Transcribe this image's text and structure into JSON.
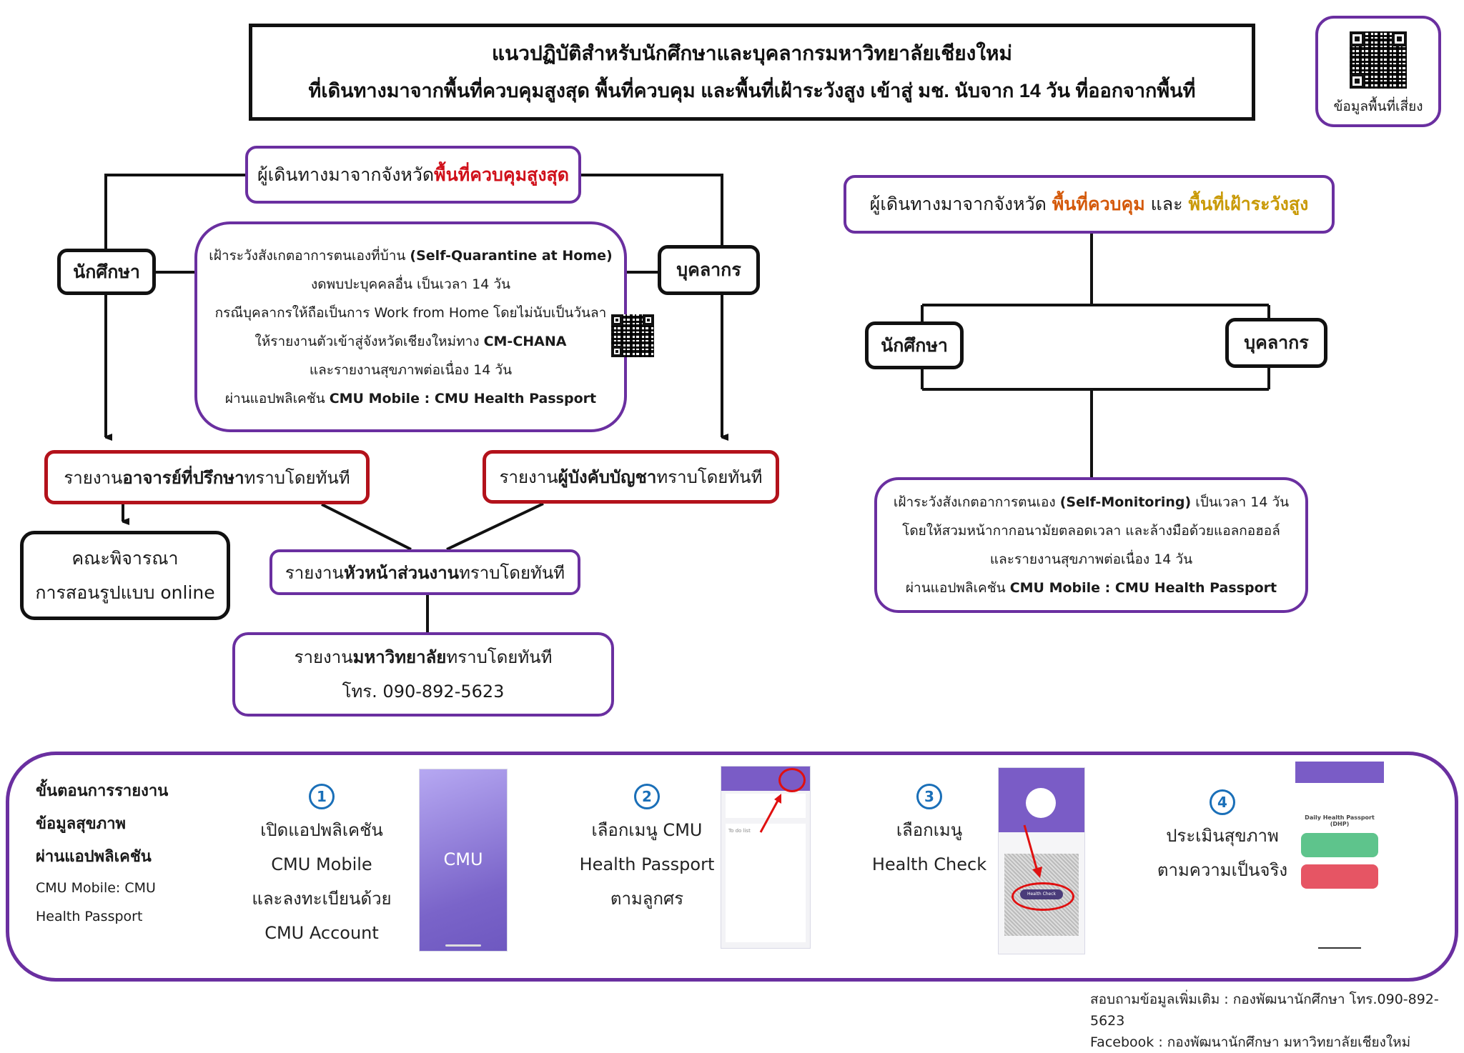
{
  "title": {
    "line1": "แนวปฏิบัติสำหรับนักศึกษาและบุคลากรมหาวิทยาลัยเชียงใหม่",
    "line2": "ที่เดินทางมาจากพื้นที่ควบคุมสูงสุด พื้นที่ควบคุม และพื้นที่เฝ้าระวังสูง เข้าสู่ มช. นับจาก 14 วัน ที่ออกจากพื้นที่"
  },
  "qr_corner": {
    "icon": "qr-code-icon",
    "label": "ข้อมูลพื้นที่เสี่ยง"
  },
  "left_flow": {
    "header": {
      "prefix": "ผู้เดินทางมาจากจังหวัด",
      "highlight": "พื้นที่ควบคุมสูงสุด",
      "highlight_color": "#d0101a"
    },
    "student_label": "นักศึกษา",
    "staff_label": "บุคลากร",
    "quarantine_lines": [
      {
        "text": "เฝ้าระวังสังเกตอาการตนเองที่บ้าน ",
        "bold": "(Self-Quarantine at Home)"
      },
      {
        "text": "งดพบปะบุคคลอื่น เป็นเวลา 14 วัน",
        "bold": ""
      },
      {
        "text": "กรณีบุคลากรให้ถือเป็นการ Work from Home โดยไม่นับเป็นวันลา",
        "bold": ""
      },
      {
        "text": "ให้รายงานตัวเข้าสู่จังหวัดเชียงใหม่ทาง ",
        "bold": "CM-CHANA"
      },
      {
        "text": "และรายงานสุขภาพต่อเนื่อง 14 วัน",
        "bold": ""
      },
      {
        "text": "ผ่านแอปพลิเคชัน ",
        "bold": "CMU Mobile : CMU Health Passport"
      }
    ],
    "cm_chana_qr_icon": "qr-code-icon",
    "arrow_icon": "arrow-right-icon",
    "report_advisor": {
      "prefix": "รายงาน",
      "bold": "อาจารย์ที่ปรึกษา",
      "suffix": "ทราบโดยทันที"
    },
    "report_supervisor": {
      "prefix": "รายงาน",
      "bold": "ผู้บังคับบัญชา",
      "suffix": "ทราบโดยทันที"
    },
    "faculty": {
      "line1": "คณะพิจารณา",
      "line2": "การสอนรูปแบบ online"
    },
    "report_head": {
      "prefix": "รายงาน",
      "bold": "หัวหน้าส่วนงาน",
      "suffix": "ทราบโดยทันที"
    },
    "report_university": {
      "prefix": "รายงาน",
      "bold": "มหาวิทยาลัย",
      "suffix": "ทราบโดยทันที",
      "phone": "โทร. 090-892-5623"
    }
  },
  "right_flow": {
    "header": {
      "prefix": "ผู้เดินทางมาจากจังหวัด ",
      "highlight1": "พื้นที่ควบคุม",
      "highlight1_color": "#d4590a",
      "middle": " และ ",
      "highlight2": "พื้นที่เฝ้าระวังสูง",
      "highlight2_color": "#c99a07"
    },
    "student_label": "นักศึกษา",
    "staff_label": "บุคลากร",
    "monitoring_lines": [
      {
        "text": "เฝ้าระวังสังเกตอาการตนเอง ",
        "bold": "(Self-Monitoring)",
        "after": " เป็นเวลา 14 วัน"
      },
      {
        "text": "โดยให้สวมหน้ากากอนามัยตลอดเวลา และล้างมือด้วยแอลกอฮอล์",
        "bold": "",
        "after": ""
      },
      {
        "text": "และรายงานสุขภาพต่อเนื่อง 14 วัน",
        "bold": "",
        "after": ""
      },
      {
        "text": "ผ่านแอปพลิเคชัน ",
        "bold": "CMU Mobile : CMU Health Passport",
        "after": ""
      }
    ]
  },
  "steps_panel": {
    "intro": [
      "ขั้นตอนการรายงาน",
      "ข้อมูลสุขภาพ",
      "ผ่านแอปพลิเคชัน"
    ],
    "intro_app": [
      "CMU Mobile: CMU",
      "Health Passport"
    ],
    "steps": [
      {
        "number": "1",
        "lines": [
          "เปิดแอปพลิเคชัน",
          "CMU Mobile",
          "และลงทะเบียนด้วย",
          "CMU Account"
        ],
        "screen": "splash",
        "screen_logo": "CMU"
      },
      {
        "number": "2",
        "lines": [
          "เลือกเมนู CMU",
          "Health Passport",
          "ตามลูกศร"
        ],
        "screen": "home",
        "screen_text": "To do list"
      },
      {
        "number": "3",
        "lines": [
          "เลือกเมนู",
          "Health Check"
        ],
        "screen": "passport",
        "screen_button": "Health Check"
      },
      {
        "number": "4",
        "lines": [
          "ประเมินสุขภาพ",
          "ตามความเป็นจริง"
        ],
        "screen": "dhp",
        "screen_title": "Daily Health Passport (DHP)"
      }
    ],
    "accent_color": "#6a2fa0",
    "number_color": "#1a6fb8"
  },
  "footer": {
    "line1": "สอบถามข้อมูลเพิ่มเติม : กองพัฒนานักศึกษา โทร.090-892-5623",
    "line2": "Facebook : กองพัฒนานักศึกษา มหาวิทยาลัยเชียงใหม่"
  }
}
